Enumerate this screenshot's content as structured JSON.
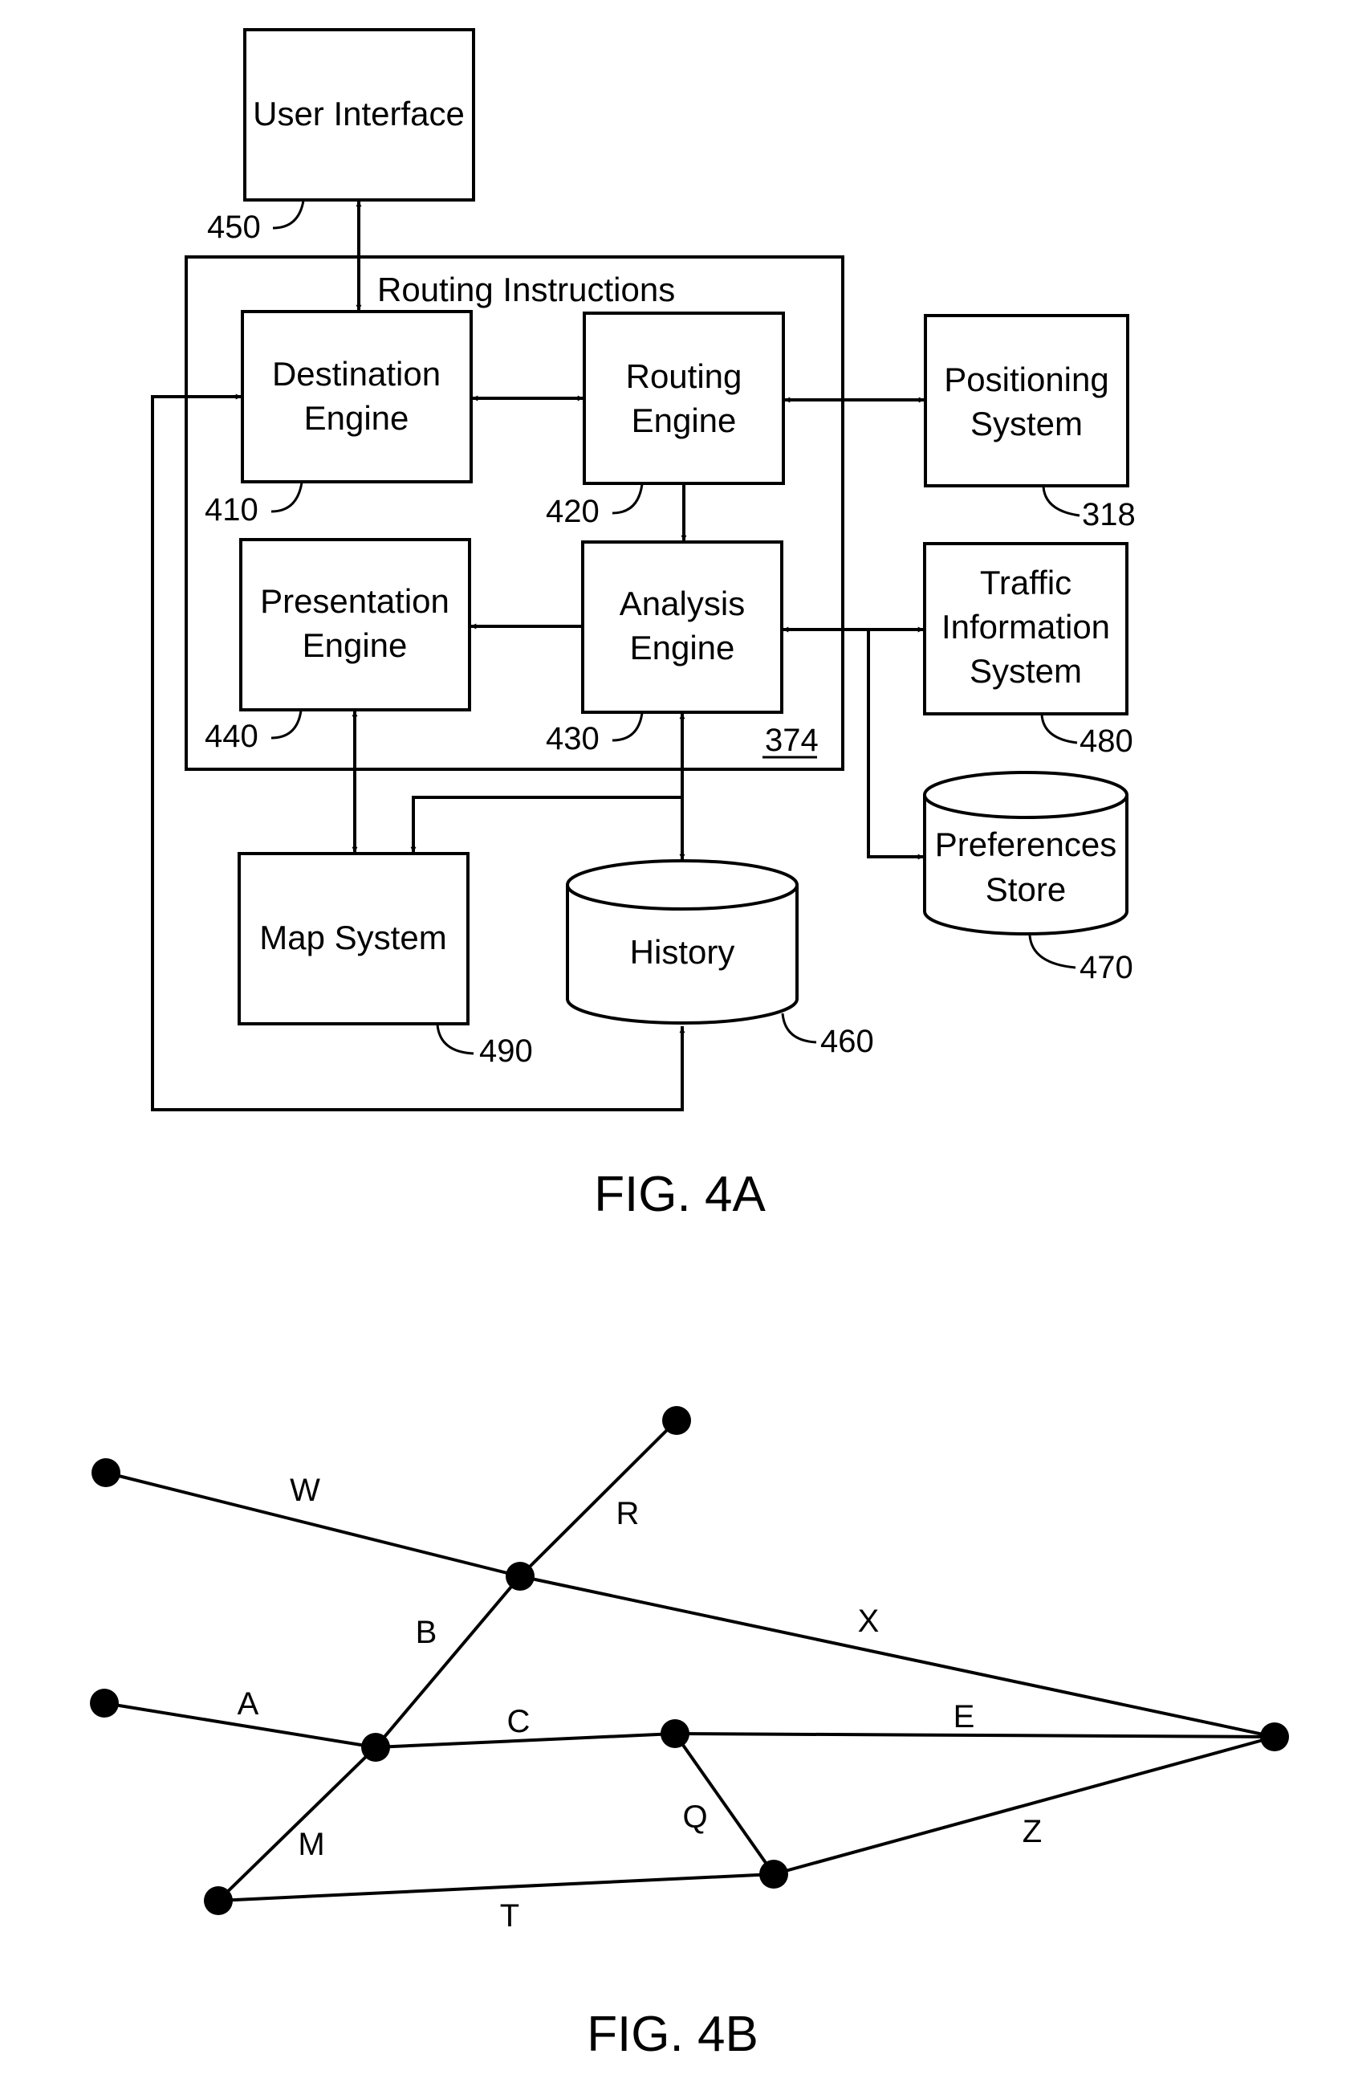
{
  "fig_4a": {
    "caption": "FIG. 4A",
    "user_interface": {
      "label": "User Interface",
      "ref": "450"
    },
    "routing_label": "Routing Instructions",
    "container_ref": "374",
    "destination_engine": {
      "line1": "Destination",
      "line2": "Engine",
      "ref": "410"
    },
    "routing_engine": {
      "line1": "Routing",
      "line2": "Engine",
      "ref": "420"
    },
    "positioning_system": {
      "line1": "Positioning",
      "line2": "System",
      "ref": "318"
    },
    "presentation_engine": {
      "line1": "Presentation",
      "line2": "Engine",
      "ref": "440"
    },
    "analysis_engine": {
      "line1": "Analysis",
      "line2": "Engine",
      "ref": "430"
    },
    "traffic_system": {
      "line1": "Traffic",
      "line2": "Information",
      "line3": "System",
      "ref": "480"
    },
    "preferences_store": {
      "line1": "Preferences",
      "line2": "Store",
      "ref": "470"
    },
    "map_system": {
      "label": "Map System",
      "ref": "490"
    },
    "history": {
      "label": "History",
      "ref": "460"
    }
  },
  "fig_4b": {
    "caption": "FIG. 4B",
    "edges": {
      "W": "W",
      "R": "R",
      "B": "B",
      "X": "X",
      "A": "A",
      "C": "C",
      "E": "E",
      "M": "M",
      "Q": "Q",
      "Z": "Z",
      "T": "T"
    }
  }
}
